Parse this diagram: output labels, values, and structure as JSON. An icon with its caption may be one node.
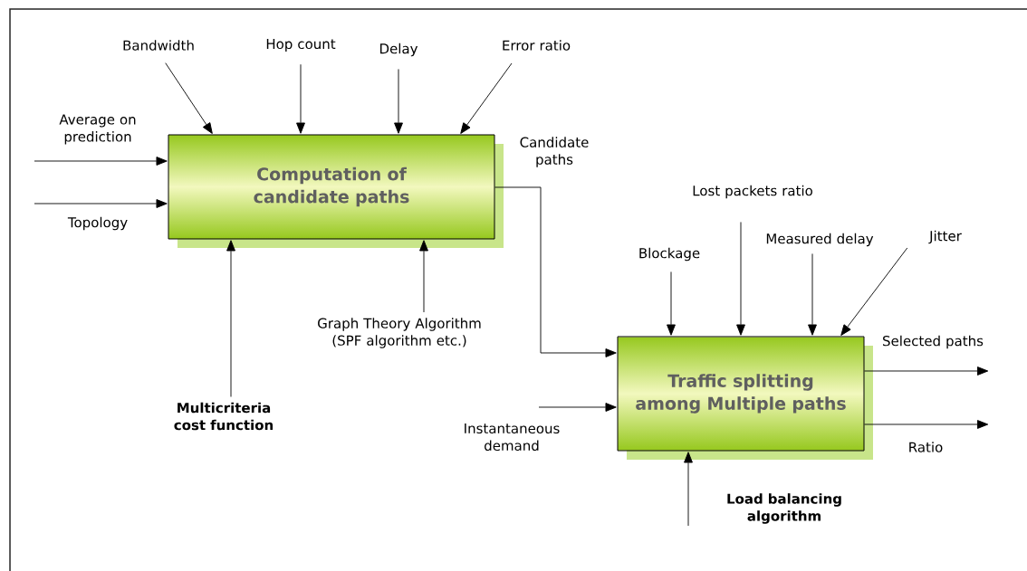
{
  "diagram": {
    "nodes": [
      {
        "text": [
          "Computation of candidate paths"
        ]
      },
      {
        "text": [
          "Traffic splitting among Multiple paths"
        ]
      },
      {
        "text": [
          "Bandwidth"
        ]
      },
      {
        "text": [
          "Hop count"
        ]
      },
      {
        "text": [
          "Delay"
        ]
      },
      {
        "text": [
          "Error ratio"
        ]
      },
      {
        "text": [
          "Multicriteria cost function"
        ]
      },
      {
        "text": [
          "Graph Theory Algorithm (SPF algorithm etc.)"
        ]
      },
      {
        "text": [
          "Lost packets ratio"
        ]
      },
      {
        "text": [
          "Blockage"
        ]
      },
      {
        "text": [
          "Measured delay"
        ]
      },
      {
        "text": [
          "Jitter"
        ]
      },
      {
        "text": [
          "Load balancing algorithm"
        ]
      }
    ],
    "edges": [
      {
        "from": 2,
        "to": 0,
        "arrow": "to"
      },
      {
        "from": 3,
        "to": 0,
        "arrow": "to"
      },
      {
        "from": 4,
        "to": 0,
        "arrow": "to"
      },
      {
        "from": 5,
        "to": 0,
        "arrow": "to"
      },
      {
        "from": null,
        "to": 0,
        "arrow": "to",
        "label": "Average on prediction"
      },
      {
        "from": null,
        "to": 0,
        "arrow": "to",
        "label": "Topology"
      },
      {
        "from": 6,
        "to": 0,
        "arrow": "to"
      },
      {
        "from": 7,
        "to": 0,
        "arrow": "to"
      },
      {
        "from": 0,
        "to": 1,
        "arrow": "to",
        "label": "Candidate paths"
      },
      {
        "from": 8,
        "to": 1,
        "arrow": "to"
      },
      {
        "from": 9,
        "to": 1,
        "arrow": "to"
      },
      {
        "from": 10,
        "to": 1,
        "arrow": "to"
      },
      {
        "from": 11,
        "to": 1,
        "arrow": "to"
      },
      {
        "from": null,
        "to": 1,
        "arrow": "to",
        "label": "Instantaneous demand"
      },
      {
        "from": 12,
        "to": 1,
        "arrow": "to"
      },
      {
        "from": 1,
        "to": null,
        "arrow": "to",
        "label": "Selected paths"
      },
      {
        "from": 1,
        "to": null,
        "arrow": "to",
        "label": "Ratio"
      }
    ]
  }
}
